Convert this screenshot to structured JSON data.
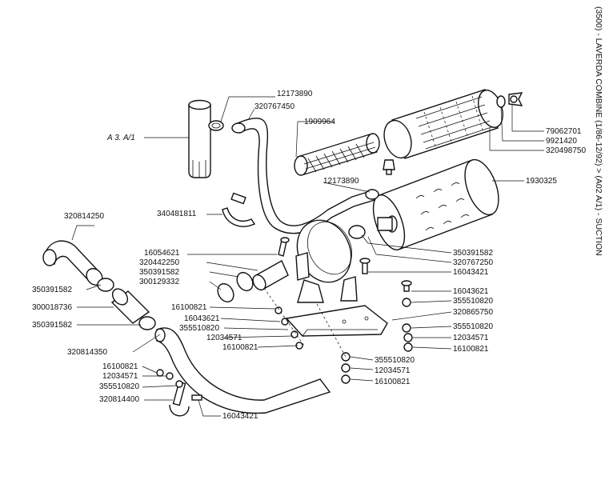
{
  "header": {
    "side_title": "(3500) - LAVERDA COMBINE (1/86-12/92) > (A02 A/1) - SUCTION"
  },
  "ref_label": "A 3. A/1",
  "labels": [
    {
      "id": "p12173890_a",
      "text": "12173890"
    },
    {
      "id": "p320767450",
      "text": "320767450"
    },
    {
      "id": "p1909964",
      "text": "1909964"
    },
    {
      "id": "p79062701",
      "text": "79062701"
    },
    {
      "id": "p9921420",
      "text": "9921420"
    },
    {
      "id": "p320498750",
      "text": "320498750"
    },
    {
      "id": "p1930325",
      "text": "1930325"
    },
    {
      "id": "p12173890_b",
      "text": "12173890"
    },
    {
      "id": "p340481811",
      "text": "340481811"
    },
    {
      "id": "p320814250",
      "text": "320814250"
    },
    {
      "id": "p16054621",
      "text": "16054621"
    },
    {
      "id": "p320442250",
      "text": "320442250"
    },
    {
      "id": "p350391582_a",
      "text": "350391582"
    },
    {
      "id": "p300129332",
      "text": "300129332"
    },
    {
      "id": "p350391582_b",
      "text": "350391582"
    },
    {
      "id": "p300018736",
      "text": "300018736"
    },
    {
      "id": "p350391582_c",
      "text": "350391582"
    },
    {
      "id": "p16100821_a",
      "text": "16100821"
    },
    {
      "id": "p16043621_a",
      "text": "16043621"
    },
    {
      "id": "p355510820_a",
      "text": "355510820"
    },
    {
      "id": "p12034571_a",
      "text": "12034571"
    },
    {
      "id": "p16100821_b",
      "text": "16100821"
    },
    {
      "id": "p320814350",
      "text": "320814350"
    },
    {
      "id": "p16100821_c",
      "text": "16100821"
    },
    {
      "id": "p12034571_b",
      "text": "12034571"
    },
    {
      "id": "p355510820_b",
      "text": "355510820"
    },
    {
      "id": "p320814400",
      "text": "320814400"
    },
    {
      "id": "p16043421_a",
      "text": "16043421"
    },
    {
      "id": "p350391582_d",
      "text": "350391582"
    },
    {
      "id": "p320767250",
      "text": "320767250"
    },
    {
      "id": "p16043421_b",
      "text": "16043421"
    },
    {
      "id": "p16043621_b",
      "text": "16043621"
    },
    {
      "id": "p355510820_c",
      "text": "355510820"
    },
    {
      "id": "p320865750",
      "text": "320865750"
    },
    {
      "id": "p355510820_d",
      "text": "355510820"
    },
    {
      "id": "p12034571_c",
      "text": "12034571"
    },
    {
      "id": "p16100821_d",
      "text": "16100821"
    },
    {
      "id": "p355510820_e",
      "text": "355510820"
    },
    {
      "id": "p12034571_d",
      "text": "12034571"
    },
    {
      "id": "p16100821_e",
      "text": "16100821"
    }
  ]
}
